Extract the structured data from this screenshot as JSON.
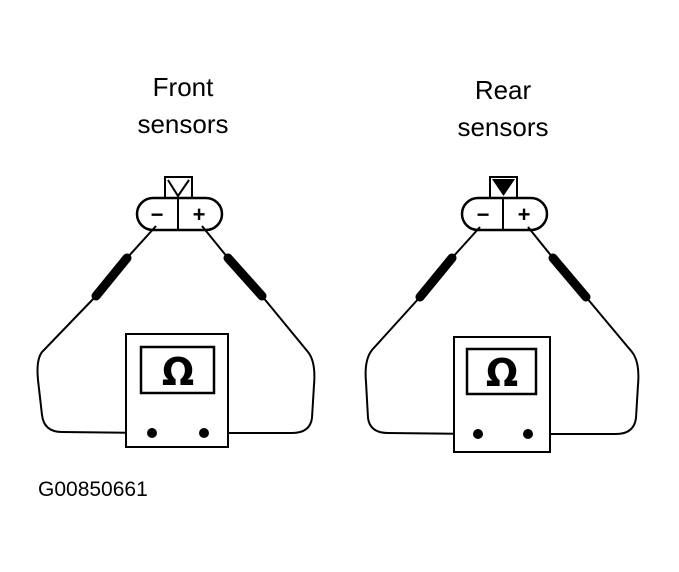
{
  "diagram": {
    "front": {
      "title_line1": "Front",
      "title_line2": "sensors",
      "minus": "−",
      "plus": "+",
      "meter_symbol": "Ω"
    },
    "rear": {
      "title_line1": "Rear",
      "title_line2": "sensors",
      "minus": "−",
      "plus": "+",
      "meter_symbol": "Ω"
    },
    "figure_code": "G00850661"
  }
}
